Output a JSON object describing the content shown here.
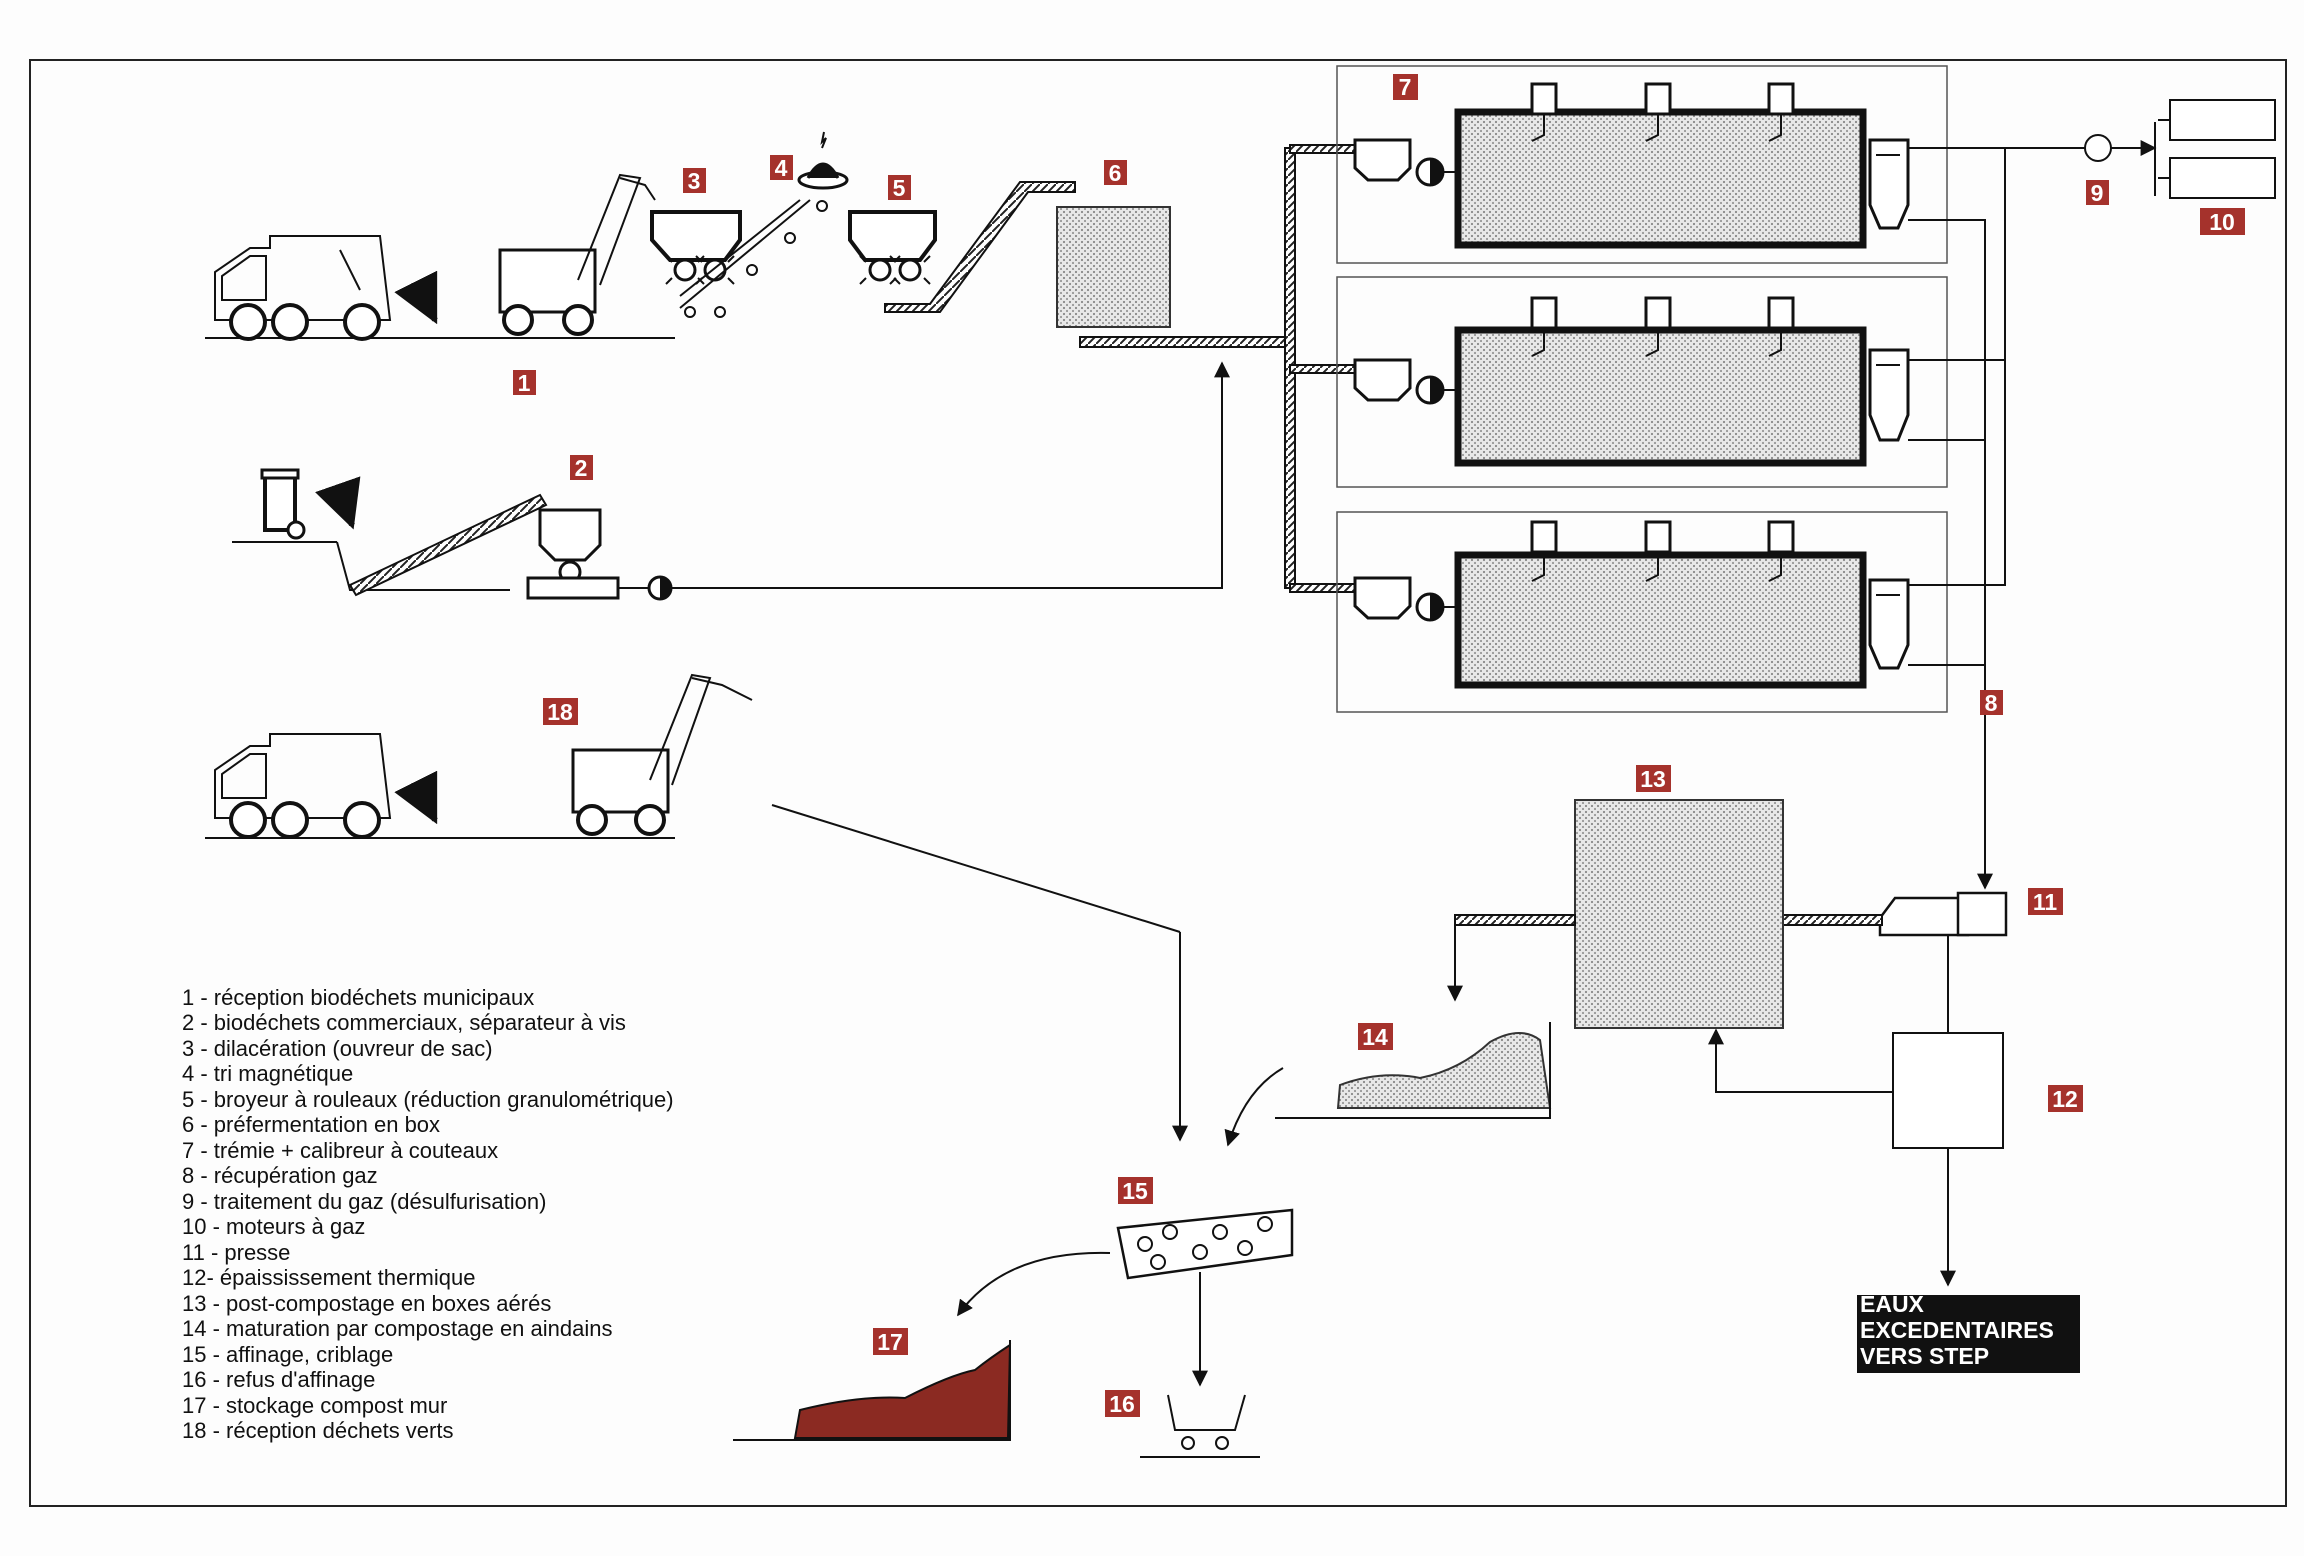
{
  "badges": [
    "1",
    "2",
    "3",
    "4",
    "5",
    "6",
    "7",
    "8",
    "9",
    "10",
    "11",
    "12",
    "13",
    "14",
    "15",
    "16",
    "17",
    "18"
  ],
  "legend": [
    "1 - réception biodéchets municipaux",
    "2 - biodéchets commerciaux, séparateur à vis",
    "3 - dilacération (ouvreur de sac)",
    "4 - tri magnétique",
    "5 - broyeur à rouleaux (réduction granulométrique)",
    "6 - préfermentation en box",
    "7 - trémie + calibreur à couteaux",
    "8 - récupération gaz",
    "9 - traitement du gaz (désulfurisation)",
    "10 - moteurs à gaz",
    "11 - presse",
    "12- épaississement thermique",
    "13 - post-compostage en boxes aérés",
    "14 - maturation par compostage en aindains",
    "15 - affinage, criblage",
    "16 - refus d'affinage",
    "17 - stockage compost mur",
    "18 - réception déchets verts"
  ],
  "outlet_label": [
    "EAUX",
    "EXCEDENTAIRES",
    "VERS STEP"
  ],
  "colors": {
    "badge": "#a5322c",
    "compost": "#8b2a22",
    "tank_fill": "#dadada",
    "outlet_bg": "#111111"
  }
}
